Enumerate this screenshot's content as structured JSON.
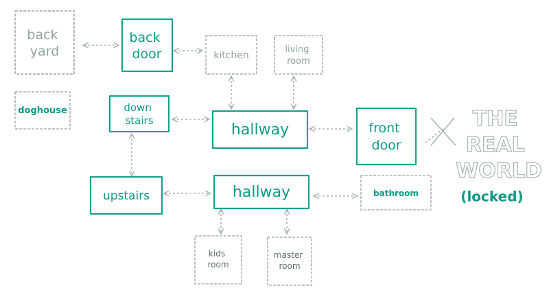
{
  "colors": {
    "solid": "#14a38b",
    "faded": "#a6b5b3",
    "text_solid": "#0e9a86",
    "text_faded": "#8fa3a0"
  },
  "nodes": {
    "back_yard": {
      "lines": [
        "back",
        "yard"
      ],
      "style": "faded"
    },
    "back_door": {
      "lines": [
        "back",
        "door"
      ],
      "style": "solid"
    },
    "kitchen": {
      "lines": [
        "kitchen"
      ],
      "style": "faded"
    },
    "living_room": {
      "lines": [
        "living",
        "room"
      ],
      "style": "faded"
    },
    "doghouse": {
      "lines": [
        "doghouse"
      ],
      "style": "faded"
    },
    "downstairs": {
      "lines": [
        "down",
        "stairs"
      ],
      "style": "solid"
    },
    "hallway_down": {
      "lines": [
        "hallway"
      ],
      "style": "solid"
    },
    "front_door": {
      "lines": [
        "front",
        "door"
      ],
      "style": "solid"
    },
    "upstairs": {
      "lines": [
        "upstairs"
      ],
      "style": "solid"
    },
    "hallway_up": {
      "lines": [
        "hallway"
      ],
      "style": "solid"
    },
    "bathroom": {
      "lines": [
        "bathroom"
      ],
      "style": "faded"
    },
    "kids_room": {
      "lines": [
        "kids",
        "room"
      ],
      "style": "faded"
    },
    "master_room": {
      "lines": [
        "master",
        "room"
      ],
      "style": "faded"
    }
  },
  "real_world": {
    "title_lines": [
      "THE",
      "REAL",
      "WORLD"
    ],
    "status": "(locked)"
  }
}
